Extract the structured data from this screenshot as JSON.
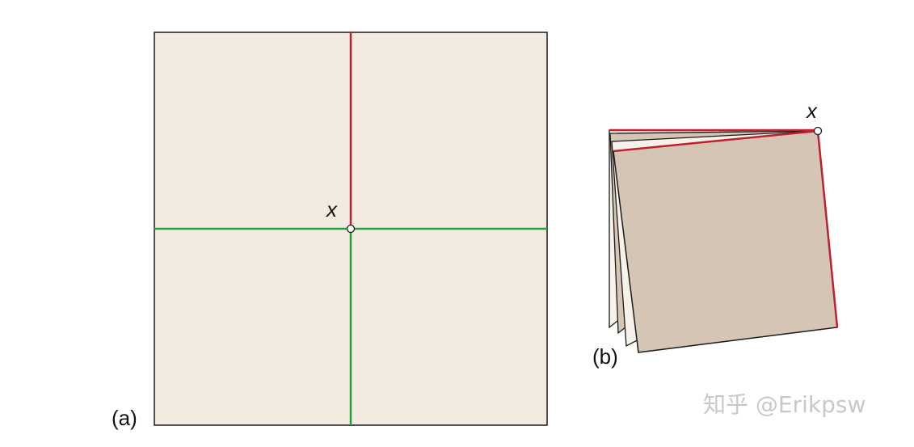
{
  "colors": {
    "paper_unfolded": "#f3ebe0",
    "paper_folded": "#d4c5b5",
    "paper_edge": "#f6f1e9",
    "outline": "#1a1a1a",
    "red_crease": "#c0202e",
    "green_crease": "#1fa33f",
    "point_fill": "#ffffff",
    "watermark": "#c8c8c8"
  },
  "panel_a": {
    "label": "(a)",
    "point_label": "x"
  },
  "panel_b": {
    "label": "(b)",
    "point_label": "x"
  },
  "watermark": {
    "text": "知乎 @Erikpsw"
  }
}
